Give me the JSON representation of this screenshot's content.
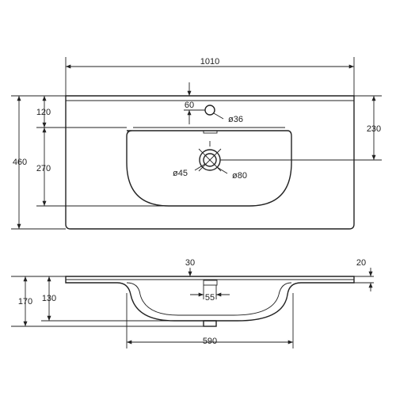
{
  "top_view": {
    "width": "1010",
    "depth": "460",
    "tap_offset": "120",
    "bowl_depth": "270",
    "drain_offset": "230",
    "tap_hole_offset": "60",
    "tap_hole_diameter": "ø36",
    "drain_inner_diameter": "ø45",
    "drain_outer_diameter": "ø80"
  },
  "side_view": {
    "top_thickness": "30",
    "edge_thickness": "20",
    "total_height": "170",
    "bowl_height": "130",
    "drain_width": "55",
    "bowl_width": "590"
  }
}
